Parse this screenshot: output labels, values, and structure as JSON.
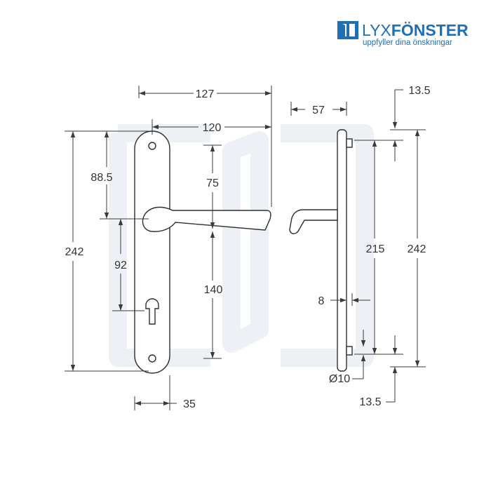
{
  "brand": {
    "name_light": "LYX",
    "name_bold": "FÖNSTER",
    "tagline": "uppfyller dina önskningar",
    "color": "#1f6fb5",
    "icon": "window-logo-icon"
  },
  "front_view": {
    "total_width": "127",
    "handle_reach": "120",
    "plate_height": "242",
    "handle_to_top": "88.5",
    "handle_to_key": "92",
    "upper_vertical": "75",
    "lower_vertical": "140",
    "plate_width": "35"
  },
  "side_view": {
    "projection": "57",
    "top_offset": "13.5",
    "bolt_spacing": "215",
    "plate_height": "242",
    "plate_thickness": "8",
    "bolt_diameter": "Ø10",
    "bottom_offset": "13.5"
  },
  "colors": {
    "ink": "#333333",
    "watermark": "#edf1f6"
  }
}
